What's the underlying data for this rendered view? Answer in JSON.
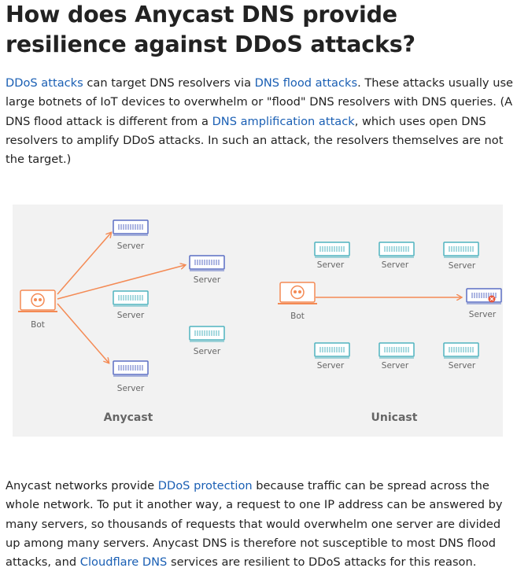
{
  "heading": "How does Anycast DNS provide resilience against DDoS attacks?",
  "paragraph1": {
    "link_ddos_attacks": "DDoS attacks",
    "t1": " can target DNS resolvers via ",
    "link_dns_flood": "DNS flood attacks",
    "t2": ". These attacks usually use large botnets of IoT devices to overwhelm or \"flood\" DNS resolvers with DNS queries. (A DNS flood attack is different from a ",
    "link_dns_amplification": "DNS amplification attack",
    "t3": ", which uses open DNS resolvers to amplify DDoS attacks. In such an attack, the resolvers themselves are not the target.)"
  },
  "diagram": {
    "bot_label": "Bot",
    "server_label": "Server",
    "anycast_caption": "Anycast",
    "unicast_caption": "Unicast",
    "colors": {
      "background": "#f2f2f2",
      "attack_arrow": "#f48a54",
      "targeted_server": "#5b6ec4",
      "idle_server": "#4fb3bf",
      "bot": "#f48a54",
      "hit_marker": "#e8553a"
    }
  },
  "paragraph2": {
    "t1": "Anycast networks provide ",
    "link_ddos_protection": "DDoS protection",
    "t2": " because traffic can be spread across the whole network. To put it another way, a request to one IP address can be answered by many servers, so thousands of requests that would overwhelm one server are divided up among many servers. Anycast DNS is therefore not susceptible to most DNS flood attacks, and ",
    "link_cloudflare_dns": "Cloudflare DNS",
    "t3": " services are resilient to DDoS attacks for this reason."
  }
}
